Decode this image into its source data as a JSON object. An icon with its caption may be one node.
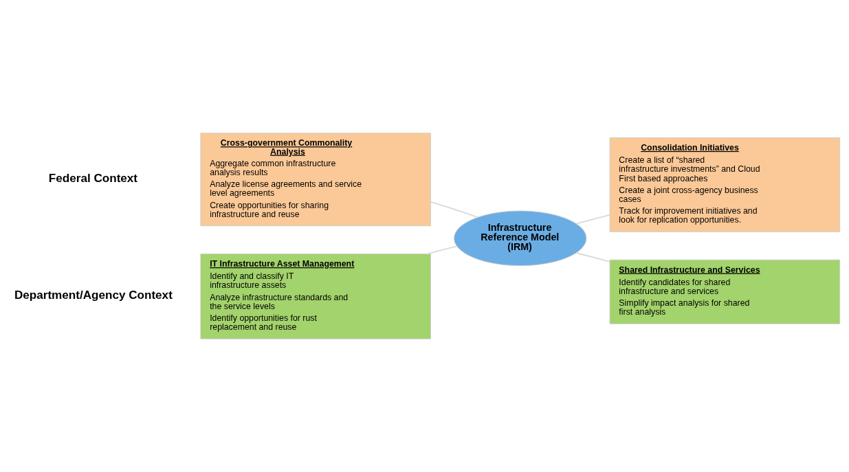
{
  "diagram": {
    "nodes": [
      {
        "text": [
          "Cross-government Commonality Analysis",
          "Aggregate common infrastructure analysis results",
          "Analyze license agreements and service level agreements",
          "Create opportunities for sharing infrastructure and reuse"
        ]
      },
      {
        "text": [
          "Consolidation Initiatives",
          "Create a list of “shared infrastructure investments” and Cloud First based approaches",
          "Create a joint cross-agency business cases",
          "Track for improvement initiatives and look for replication opportunities."
        ]
      },
      {
        "text": [
          "Infrastructure Reference Model (IRM)"
        ]
      },
      {
        "text": [
          "IT Infrastructure Asset Management",
          "Identify and classify IT infrastructure assets",
          "Analyze infrastructure standards and the service levels",
          "Identify opportunities for rust replacement and reuse"
        ]
      },
      {
        "text": [
          "Shared Infrastructure and Services",
          "Identify candidates for shared infrastructure and services",
          "Simplify impact analysis for shared first analysis"
        ]
      }
    ],
    "edges": [
      {
        "from": 2,
        "to": 0,
        "arrow": "none",
        "color": "#d9d9d9"
      },
      {
        "from": 2,
        "to": 1,
        "arrow": "none",
        "color": "#d9d9d9"
      },
      {
        "from": 2,
        "to": 3,
        "arrow": "none",
        "color": "#d9d9d9"
      },
      {
        "from": 2,
        "to": 4,
        "arrow": "none",
        "color": "#d9d9d9"
      }
    ],
    "labels": [
      "Federal Context",
      "Department/Agency Context"
    ]
  }
}
